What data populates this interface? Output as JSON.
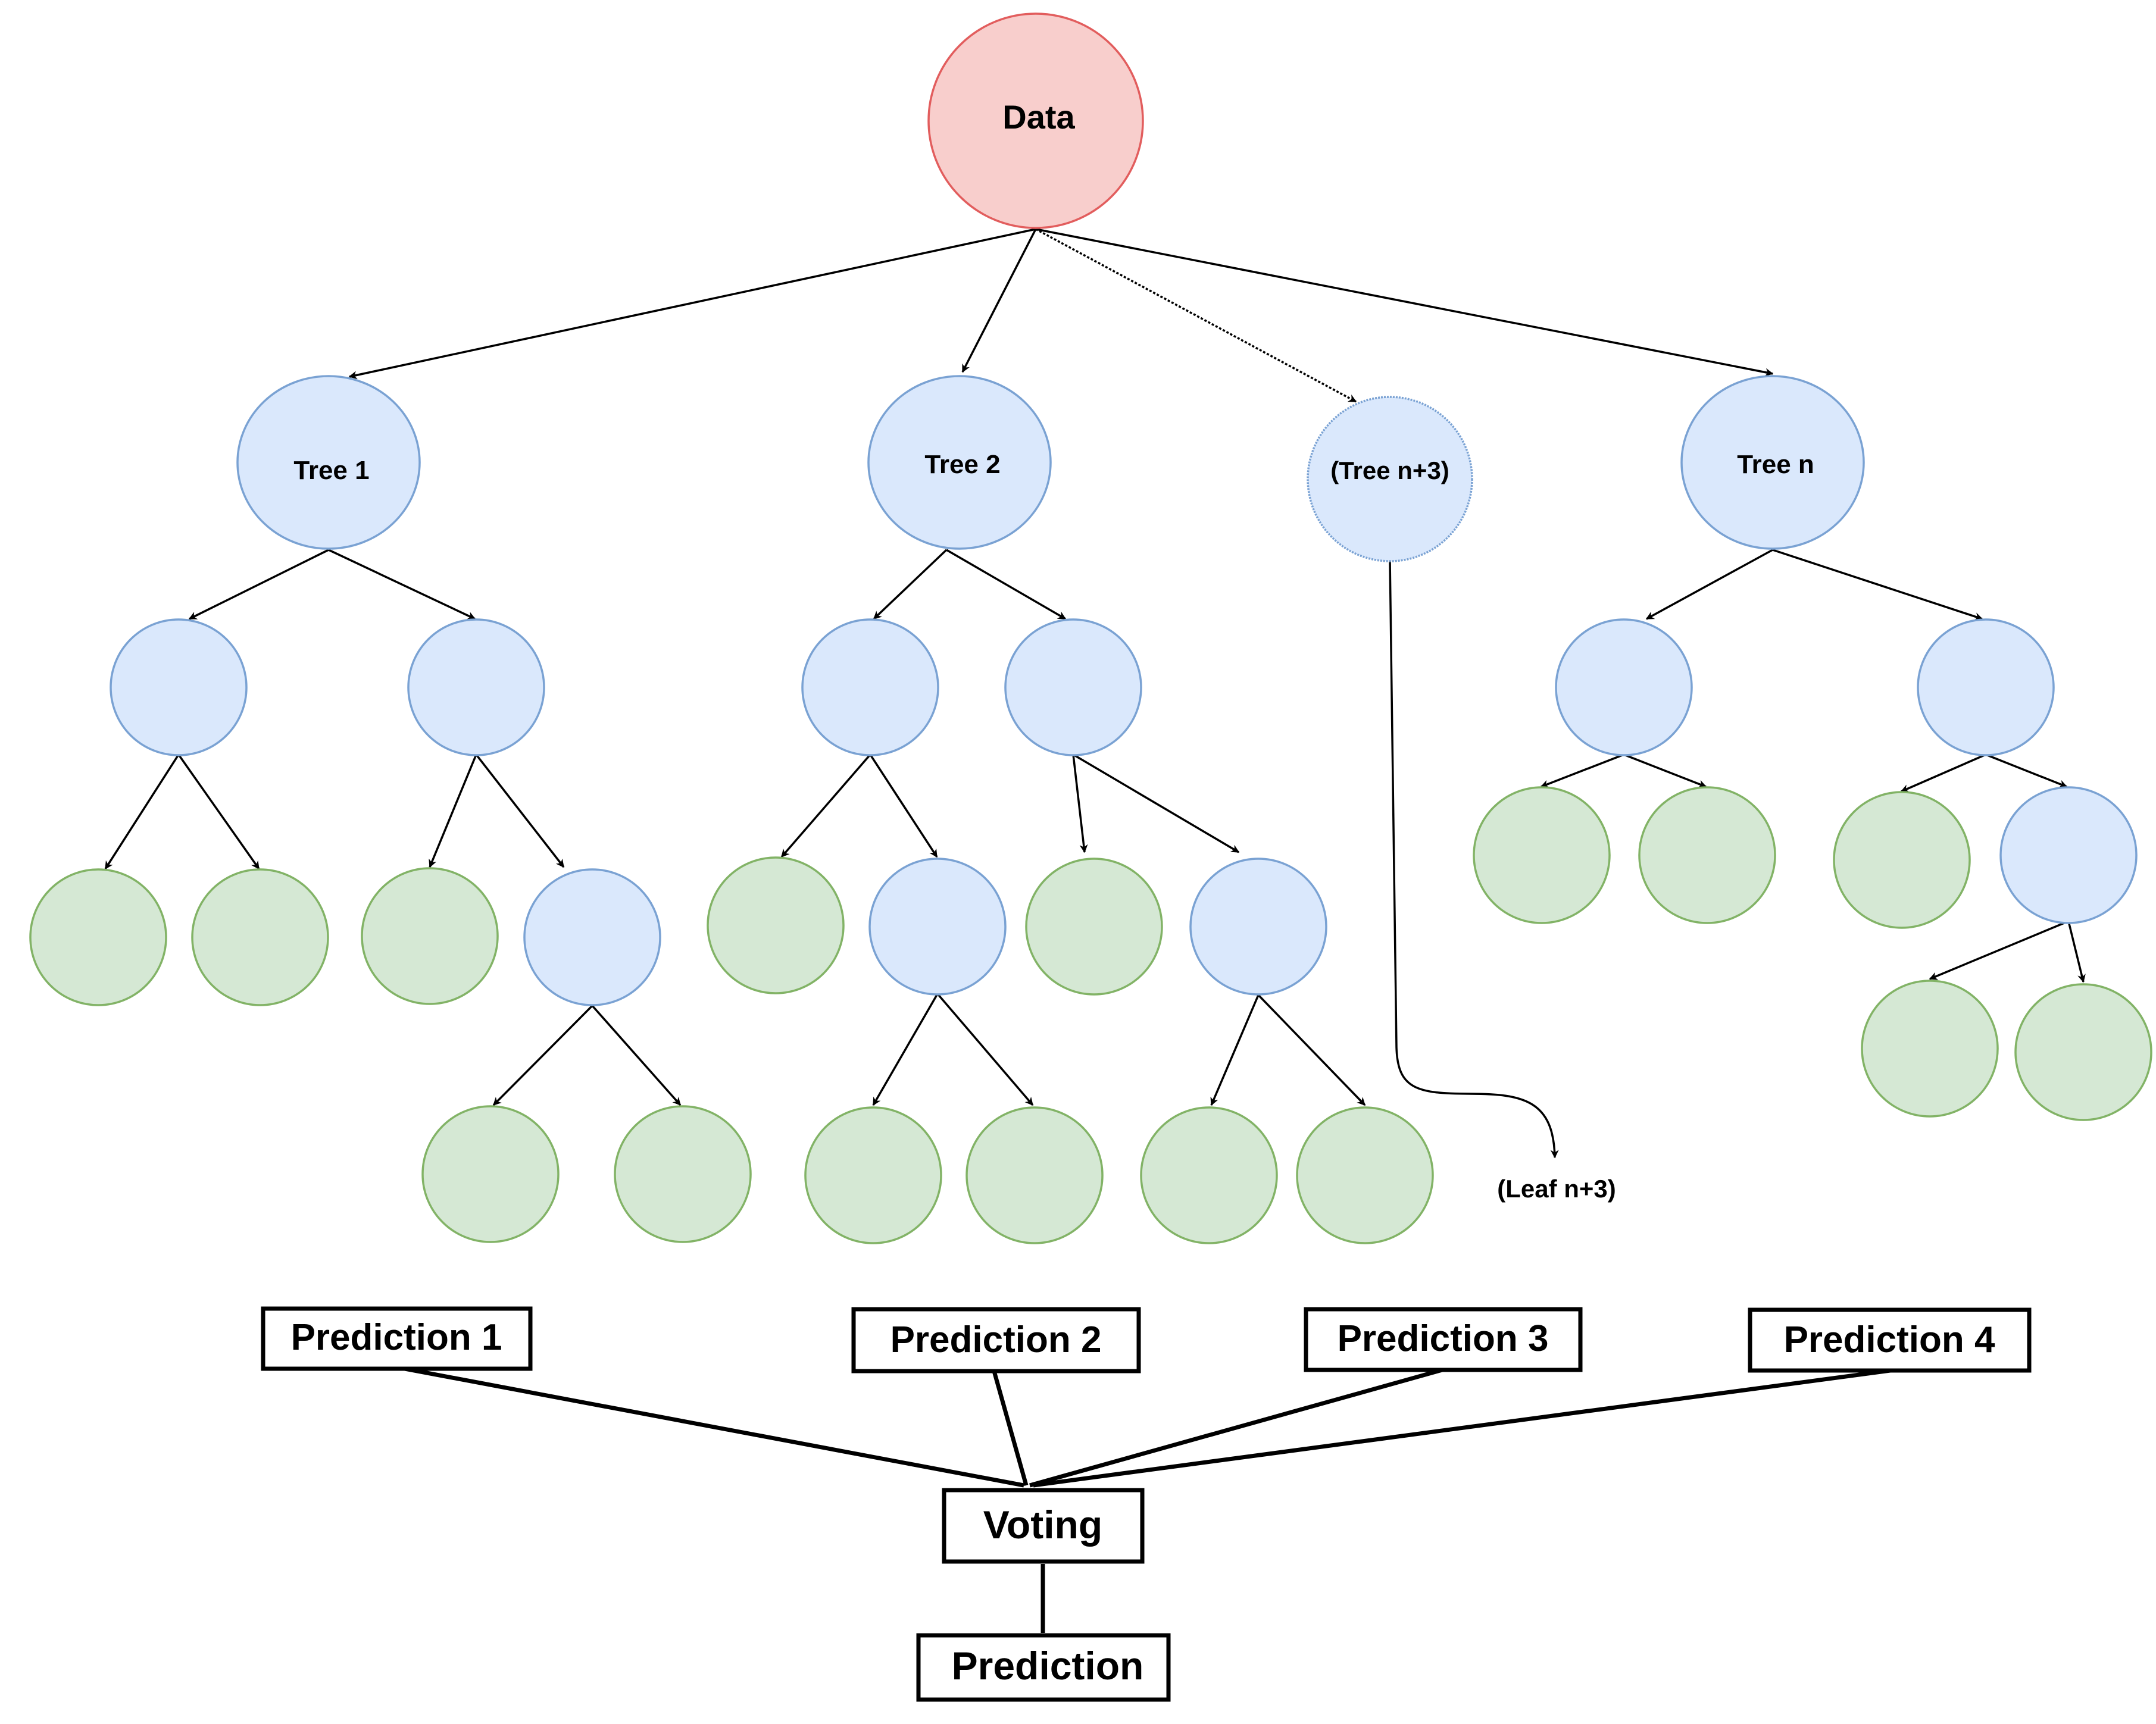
{
  "nodes": {
    "root": "Data",
    "tree_1": "Tree 1",
    "tree_2": "Tree 2",
    "tree_n3": "(Tree n+3)",
    "tree_n": "Tree n",
    "leaf_n3": "(Leaf n+3)"
  },
  "predictions": [
    "Prediction 1",
    "Prediction 2",
    "Prediction 3",
    "Prediction 4"
  ],
  "voting": "Voting",
  "final": "Prediction",
  "colors": {
    "root_fill": "#f8cecc",
    "root_stroke": "#e25d5d",
    "internal_fill": "#dae8fc",
    "internal_stroke": "#7aa2d3",
    "leaf_fill": "#d5e8d4",
    "leaf_stroke": "#82b366"
  }
}
